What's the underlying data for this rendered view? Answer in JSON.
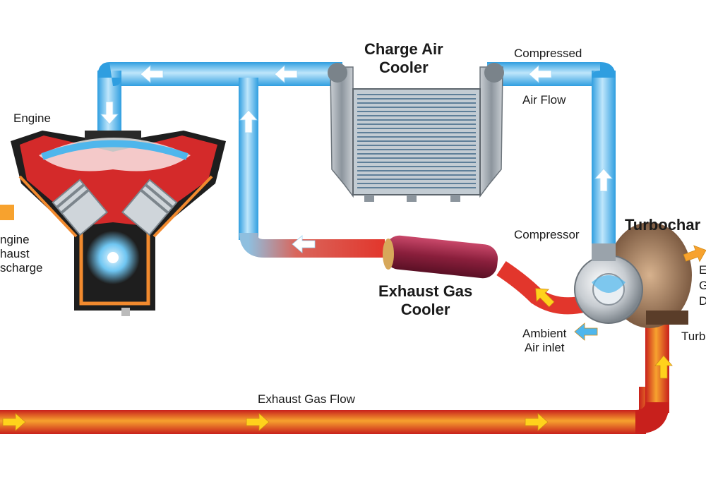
{
  "labels": {
    "charge_air_cooler": [
      "Charge Air",
      "Cooler"
    ],
    "compressed_air_flow": [
      "Compressed",
      "Air Flow"
    ],
    "engine": "Engine",
    "engine_exhaust_discharge": [
      "ngine",
      "haust",
      "scharge"
    ],
    "compressor": "Compressor",
    "turbocharger": "Turbochar",
    "exhaust_gas_cooler": [
      "Exhaust Gas",
      "Cooler"
    ],
    "ambient_air_inlet": [
      "Ambient",
      "Air inlet"
    ],
    "turbine": "Turb",
    "exhaust_gas_flow": "Exhaust Gas Flow",
    "discharge_partial": [
      "E",
      "G",
      "D"
    ]
  },
  "colors": {
    "air_pipe": "#4fb6ec",
    "air_pipe_highlight": "#bfe6fb",
    "exhaust_pipe": "#e2362c",
    "exhaust_pipe_highlight": "#f7a22e",
    "flow_arrow_air": "#ffffff",
    "flow_arrow_exhaust": "#ffd21c",
    "engine_block": "#1e1e1e",
    "engine_red": "#d42a2a",
    "cooler_body": "#9aa3ab"
  }
}
